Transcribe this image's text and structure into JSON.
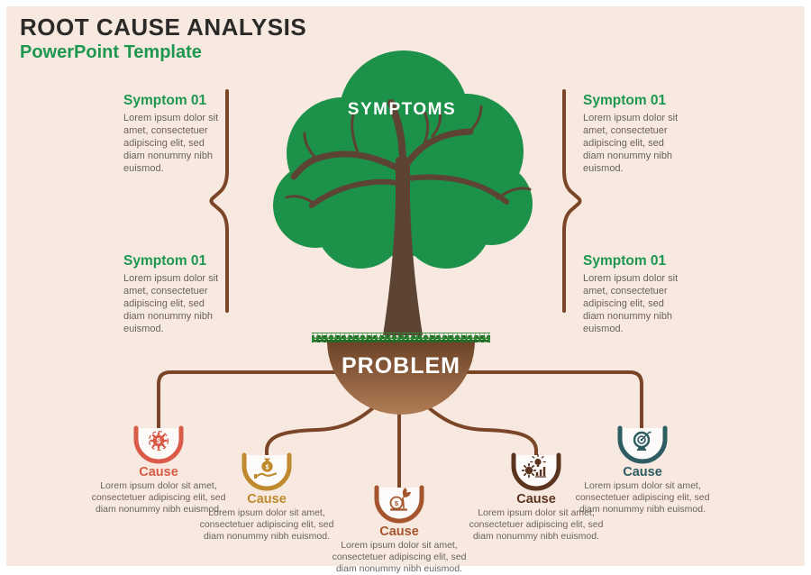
{
  "header": {
    "title": "ROOT CAUSE ANALYSIS",
    "subtitle": "PowerPoint Template"
  },
  "tree": {
    "canopy_label": "SYMPTOMS",
    "problem_label": "PROBLEM"
  },
  "symptoms": [
    {
      "position": "left-top",
      "title": "Symptom 01",
      "body": "Lorem ipsum dolor sit amet, consectetuer adipiscing elit, sed diam nonummy nibh euismod."
    },
    {
      "position": "left-bottom",
      "title": "Symptom 01",
      "body": "Lorem ipsum dolor sit amet, consectetuer adipiscing elit, sed diam nonummy nibh euismod."
    },
    {
      "position": "right-top",
      "title": "Symptom 01",
      "body": "Lorem ipsum dolor sit amet, consectetuer adipiscing elit, sed diam nonummy nibh euismod."
    },
    {
      "position": "right-bottom",
      "title": "Symptom 01",
      "body": "Lorem ipsum dolor sit amet, consectetuer adipiscing elit, sed diam nonummy nibh euismod."
    }
  ],
  "causes": [
    {
      "title": "Cause",
      "icon": "gear-dollar-icon",
      "color": "#d95b47",
      "body": "Lorem ipsum dolor sit amet, consectetuer adipiscing elit, sed diam nonummy nibh euismod."
    },
    {
      "title": "Cause",
      "icon": "money-hand-icon",
      "color": "#bf8a2e",
      "body": "Lorem ipsum dolor sit amet, consectetuer adipiscing elit, sed diam nonummy nibh euismod."
    },
    {
      "title": "Cause",
      "icon": "coin-sprout-icon",
      "color": "#a5552e",
      "body": "Lorem ipsum dolor sit amet, consectetuer adipiscing elit, sed diam nonummy nibh euismod."
    },
    {
      "title": "Cause",
      "icon": "idea-gear-chart-icon",
      "color": "#5b3420",
      "body": "Lorem ipsum dolor sit amet, consectetuer adipiscing elit, sed diam nonummy nibh euismod."
    },
    {
      "title": "Cause",
      "icon": "target-dart-icon",
      "color": "#2d5c63",
      "body": "Lorem ipsum dolor sit amet, consectetuer adipiscing elit, sed diam nonummy nibh euismod."
    }
  ],
  "colors": {
    "background": "#f7e9df",
    "frame": "#ffffff",
    "title_text": "#2b2a28",
    "accent_green": "#1e9750",
    "canopy_green": "#1c9149",
    "trunk_brown": "#5d4334",
    "line_brown": "#7b4627",
    "mound_top": "#6b4227",
    "mound_bottom": "#b07c55",
    "grass_green": "#2f8b36",
    "body_text": "#6b625c"
  }
}
